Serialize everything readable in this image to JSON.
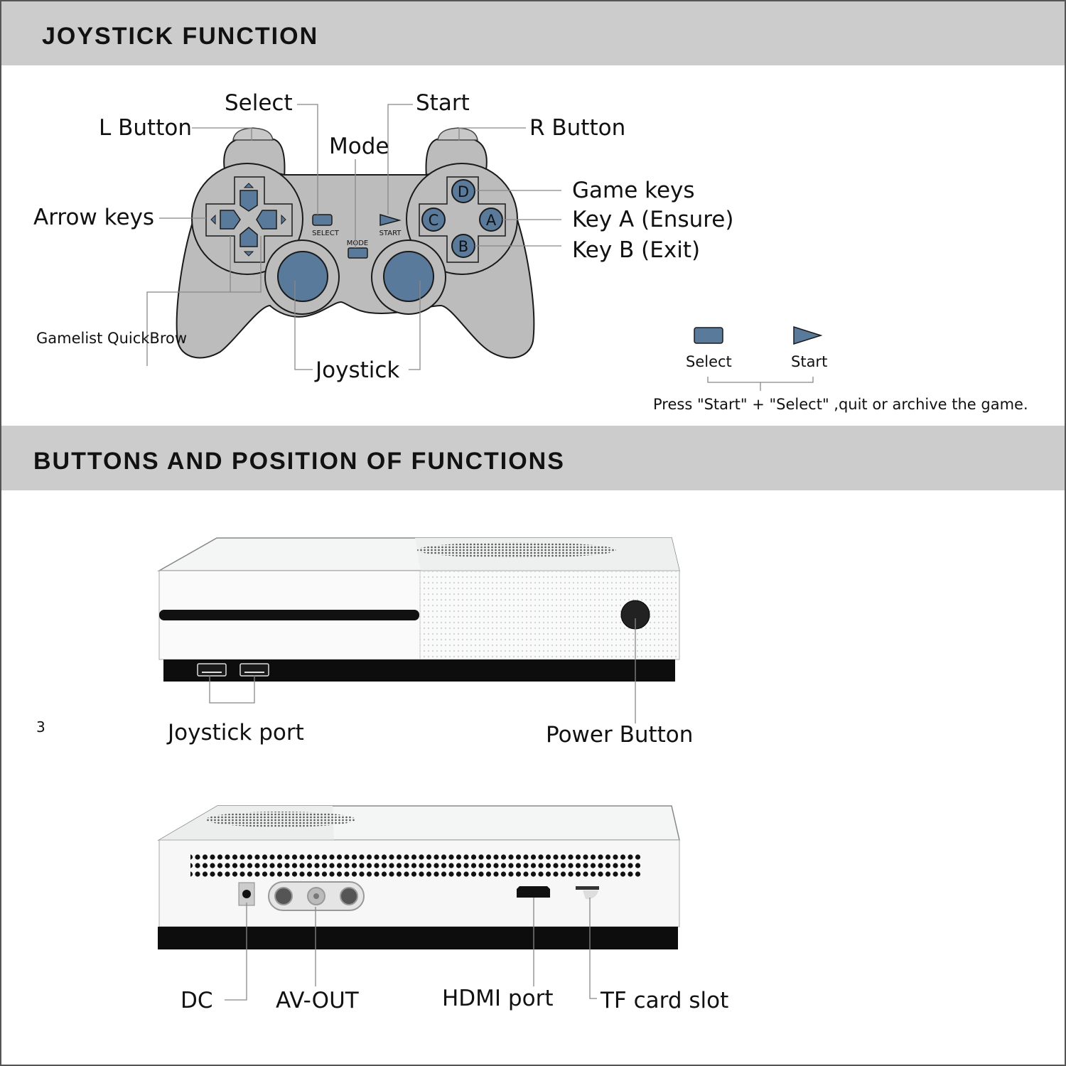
{
  "sections": {
    "joystick": {
      "title": "JOYSTICK FUNCTION"
    },
    "buttons": {
      "title": "BUTTONS AND POSITION OF FUNCTIONS"
    }
  },
  "controller": {
    "labels": {
      "select": "Select",
      "start": "Start",
      "l_button": "L Button",
      "r_button": "R Button",
      "mode": "Mode",
      "arrow_keys": "Arrow keys",
      "game_keys": "Game keys",
      "key_a": "Key A (Ensure)",
      "key_b": "Key B (Exit)",
      "gamelist": "Gamelist QuickBrow",
      "joystick": "Joystick"
    },
    "printed": {
      "select": "SELECT",
      "start": "START",
      "mode": "MODE",
      "face_buttons": [
        "D",
        "C",
        "A",
        "B"
      ]
    },
    "colors": {
      "body": "#bcbcbc",
      "button": "#5a7a9b",
      "outline": "#1a1a1a"
    }
  },
  "combo": {
    "select_label": "Select",
    "start_label": "Start",
    "instruction": "Press \"Start\" + \"Select\" ,quit or archive the game."
  },
  "console_front": {
    "joystick_port": "Joystick port",
    "power_button": "Power Button",
    "page_number": "3"
  },
  "console_back": {
    "dc": "DC",
    "av_out": "AV-OUT",
    "hdmi": "HDMI port",
    "tf_slot": "TF card slot"
  }
}
